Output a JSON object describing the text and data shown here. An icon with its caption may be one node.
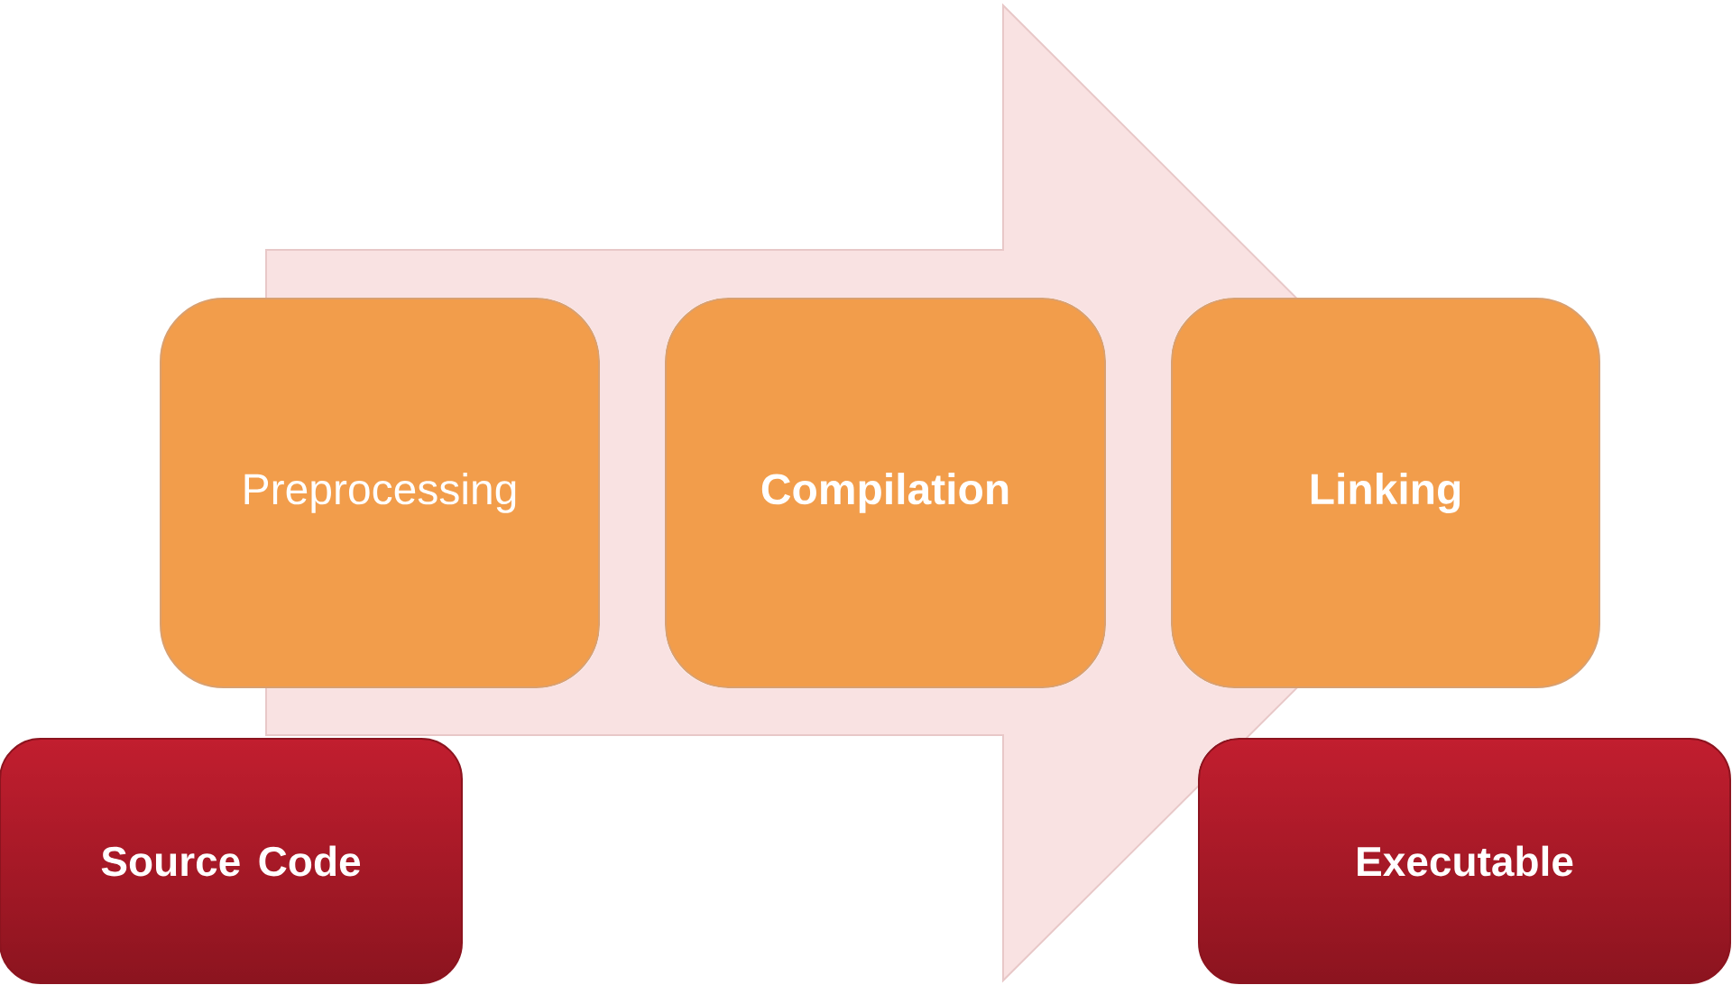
{
  "diagram": {
    "nodes": [
      {
        "text": [
          "Preprocessing"
        ]
      },
      {
        "text": [
          "Compilation"
        ]
      },
      {
        "text": [
          "Linking"
        ]
      },
      {
        "text": [
          "Source Code"
        ]
      },
      {
        "text": [
          "Executable"
        ]
      }
    ],
    "edges": [
      {
        "from": 0,
        "to": 2,
        "arrow": "to"
      }
    ]
  }
}
